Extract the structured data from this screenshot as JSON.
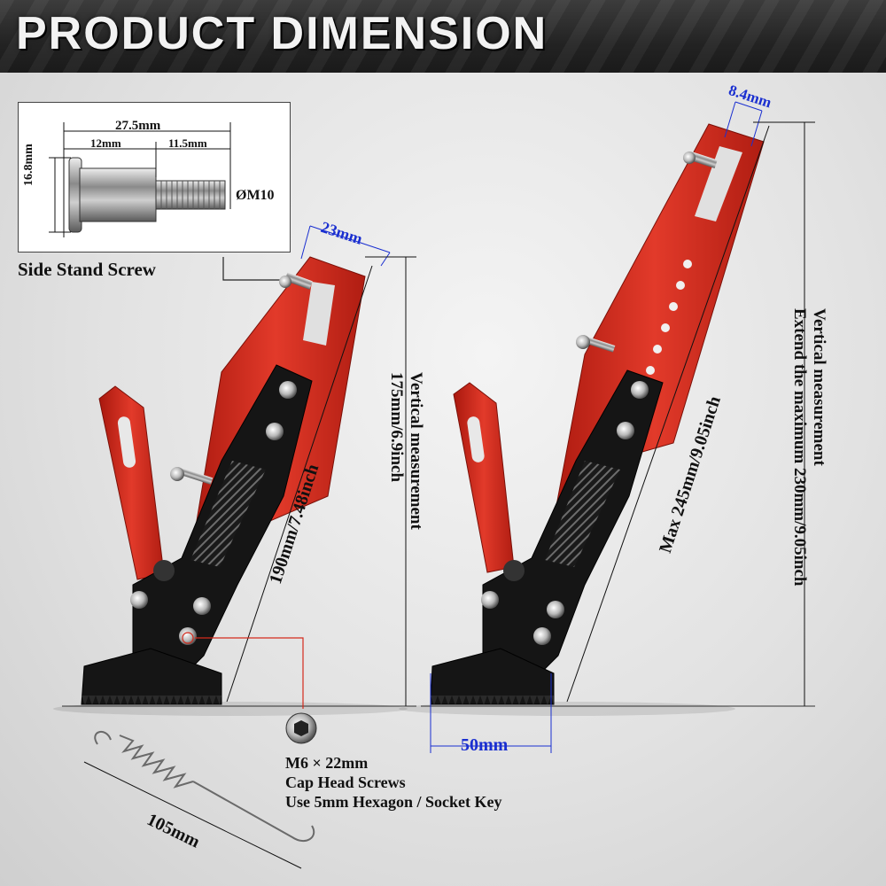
{
  "banner": {
    "title": "PRODUCT DIMENSION"
  },
  "screw": {
    "caption": "Side Stand Screw",
    "total_length": "27.5mm",
    "head_section": "12mm",
    "thread_section": "11.5mm",
    "head_diameter": "16.8mm",
    "thread_diameter": "ØM10"
  },
  "left_stand": {
    "top_width": "23mm",
    "length": "190mm/7.48inch",
    "vertical": [
      "Vertical measurement",
      "175mm/6.9inch"
    ]
  },
  "right_stand": {
    "slot_width": "8.4mm",
    "length": "Max 245mm/9.05inch",
    "vertical": [
      "Vertical measurement",
      "Extend the maximum 230mm/9.05inch"
    ],
    "foot_width": "50mm"
  },
  "bolt": {
    "lines": [
      "M6 × 22mm",
      "Cap Head Screws",
      "Use 5mm Hexagon / Socket Key"
    ]
  },
  "spring": {
    "length": "105mm"
  },
  "colors": {
    "accent": "#d42a1c",
    "dimension_blue": "#1a2fd0",
    "body_black": "#111111"
  }
}
